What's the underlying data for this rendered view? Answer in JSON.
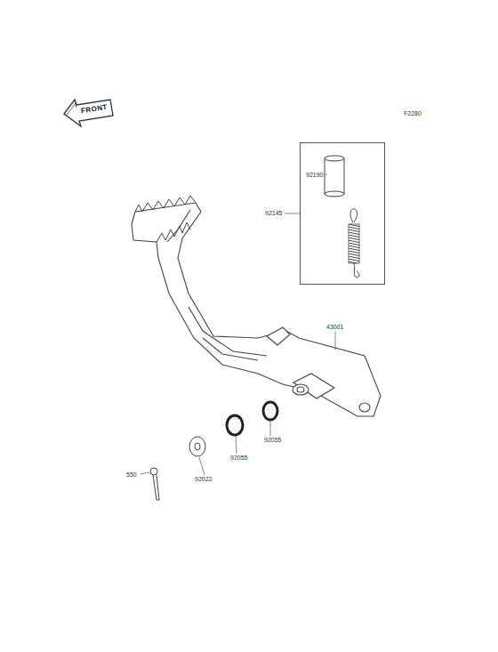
{
  "diagram": {
    "nodes": [
      {
        "text": [
          "92190"
        ]
      }
    ],
    "labels": [
      "F2280",
      "FRONT",
      "92145",
      "43001",
      "92055",
      "92055",
      "92022",
      "550"
    ]
  }
}
